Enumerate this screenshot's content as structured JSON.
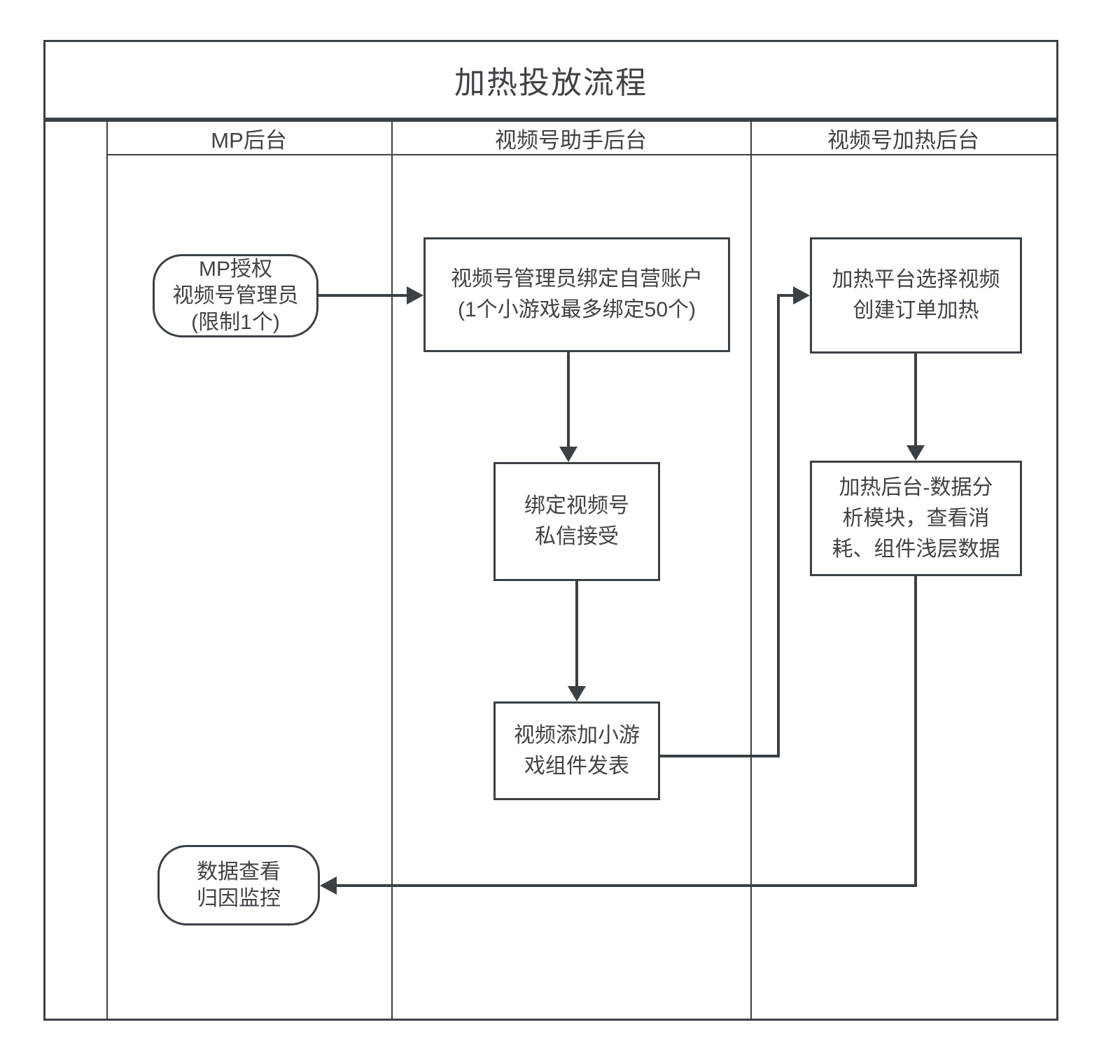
{
  "title": "加热投放流程",
  "colors": {
    "stroke": "#3b4045",
    "text": "#3f4347",
    "background": "#ffffff"
  },
  "lanes": [
    {
      "label": "MP后台"
    },
    {
      "label": "视频号助手后台"
    },
    {
      "label": "视频号加热后台"
    }
  ],
  "nodes": {
    "mp_auth": {
      "shape": "terminator",
      "lane": "MP后台",
      "lines": [
        "MP授权",
        "视频号管理员",
        "(限制1个)"
      ]
    },
    "bind_account": {
      "shape": "process",
      "lane": "视频号助手后台",
      "lines": [
        "视频号管理员绑定自营账户",
        "(1个小游戏最多绑定50个)"
      ]
    },
    "bind_channel": {
      "shape": "process",
      "lane": "视频号助手后台",
      "lines": [
        "绑定视频号",
        "私信接受"
      ]
    },
    "publish_video": {
      "shape": "process",
      "lane": "视频号助手后台",
      "lines": [
        "视频添加小游",
        "戏组件发表"
      ]
    },
    "create_order": {
      "shape": "process",
      "lane": "视频号加热后台",
      "lines": [
        "加热平台选择视频",
        "创建订单加热"
      ]
    },
    "data_analysis": {
      "shape": "process",
      "lane": "视频号加热后台",
      "lines": [
        "加热后台-数据分",
        "析模块，查看消",
        "耗、组件浅层数据"
      ]
    },
    "data_monitor": {
      "shape": "terminator",
      "lane": "MP后台",
      "lines": [
        "数据查看",
        "归因监控"
      ]
    }
  },
  "edges": [
    {
      "from": "mp_auth",
      "to": "bind_account"
    },
    {
      "from": "bind_account",
      "to": "bind_channel"
    },
    {
      "from": "bind_channel",
      "to": "publish_video"
    },
    {
      "from": "publish_video",
      "to": "create_order"
    },
    {
      "from": "create_order",
      "to": "data_analysis"
    },
    {
      "from": "data_analysis",
      "to": "data_monitor"
    }
  ]
}
